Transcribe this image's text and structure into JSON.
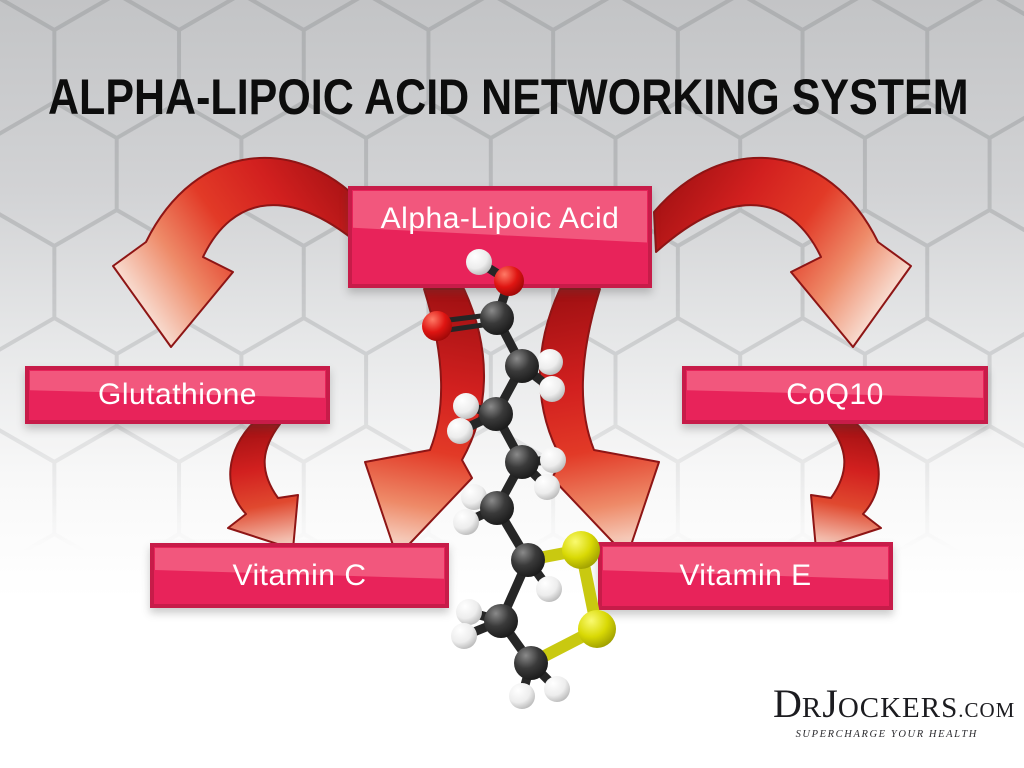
{
  "title": "ALPHA-LIPOIC ACID NETWORKING SYSTEM",
  "nodes": {
    "alpha_lipoic_acid": {
      "label": "Alpha-Lipoic Acid"
    },
    "glutathione": {
      "label": "Glutathione"
    },
    "coq10": {
      "label": "CoQ10"
    },
    "vitamin_c": {
      "label": "Vitamin C"
    },
    "vitamin_e": {
      "label": "Vitamin E"
    }
  },
  "edges": [
    {
      "from": "Alpha-Lipoic Acid",
      "to": "Glutathione"
    },
    {
      "from": "Alpha-Lipoic Acid",
      "to": "CoQ10"
    },
    {
      "from": "Alpha-Lipoic Acid",
      "to": "Vitamin C"
    },
    {
      "from": "Alpha-Lipoic Acid",
      "to": "Vitamin E"
    },
    {
      "from": "Glutathione",
      "to": "Vitamin C"
    },
    {
      "from": "CoQ10",
      "to": "Vitamin E"
    }
  ],
  "molecule": {
    "name": "alpha-lipoic-acid-3d-ball-and-stick-model",
    "atom_colors": {
      "carbon": "#1a1a1a",
      "hydrogen": "#ffffff",
      "oxygen": "#d40f0f",
      "sulfur": "#d9d900"
    }
  },
  "logo": {
    "parts": {
      "d": "D",
      "r": "R",
      "j": "J",
      "ockers": "OCKERS",
      "dotcom": ".COM"
    },
    "tagline": "SUPERCHARGE YOUR HEALTH"
  },
  "colors": {
    "node_fill": "#e8235a",
    "node_border": "#c71c49",
    "node_sheen": "#f2577d",
    "arrow_red": "#d2201f",
    "background_top": "#c3c4c6",
    "background_bottom": "#ffffff",
    "title_color": "#0d0d0d"
  }
}
